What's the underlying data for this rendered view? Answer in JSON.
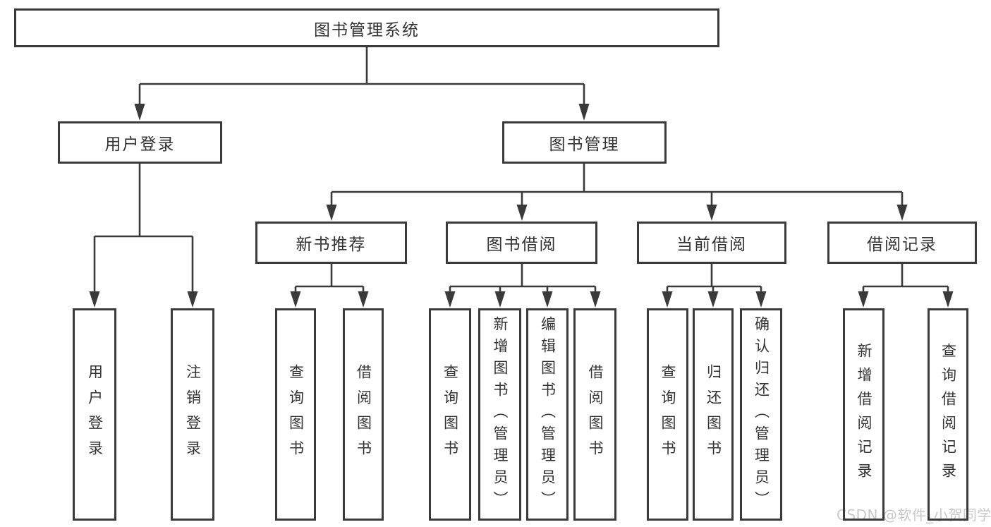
{
  "diagram": {
    "title": "图书管理系统",
    "branches": [
      {
        "label": "用户登录",
        "children": [
          {
            "label": "用户登录"
          },
          {
            "label": "注销登录"
          }
        ]
      },
      {
        "label": "图书管理",
        "children": [
          {
            "label": "新书推荐",
            "children": [
              {
                "label": "查询图书"
              },
              {
                "label": "借阅图书"
              }
            ]
          },
          {
            "label": "图书借阅",
            "children": [
              {
                "label": "查询图书"
              },
              {
                "label": "新增图书（管理员）"
              },
              {
                "label": "编辑图书（管理员）"
              },
              {
                "label": "借阅图书"
              }
            ]
          },
          {
            "label": "当前借阅",
            "children": [
              {
                "label": "查询图书"
              },
              {
                "label": "归还图书"
              },
              {
                "label": "确认归还（管理员）"
              }
            ]
          },
          {
            "label": "借阅记录",
            "children": [
              {
                "label": "新增借阅记录"
              },
              {
                "label": "查询借阅记录"
              }
            ]
          }
        ]
      }
    ]
  },
  "watermark": {
    "text": "CSDN @软件_小贺同学"
  },
  "colors": {
    "line": "#3a3a3a",
    "text": "#333333",
    "watermark": "#c9c9c9",
    "background": "#ffffff"
  }
}
